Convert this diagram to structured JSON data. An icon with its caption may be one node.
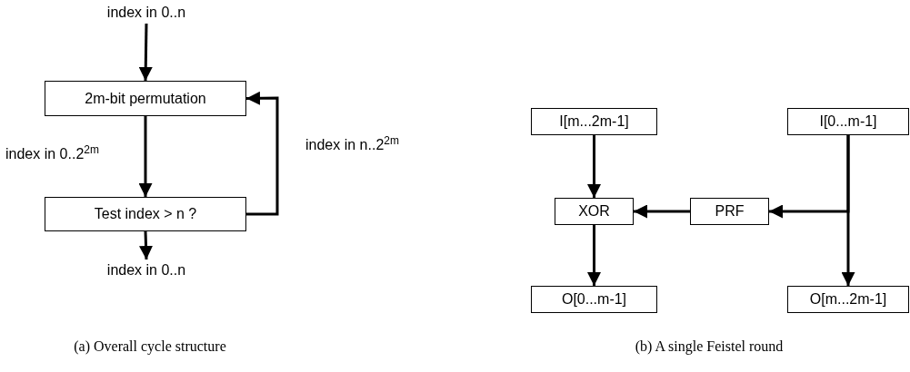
{
  "diagram": {
    "nodes": [
      {
        "text": [
          "index in 0..n"
        ]
      },
      {
        "text": [
          "2m-bit permutation"
        ]
      },
      {
        "text": [
          "Test index > n ?"
        ]
      },
      {
        "text": [
          "index in 0..n"
        ]
      },
      {
        "text": [
          "I[m...2m-1]"
        ]
      },
      {
        "text": [
          "I[0...m-1]"
        ]
      },
      {
        "text": [
          "XOR"
        ]
      },
      {
        "text": [
          "PRF"
        ]
      },
      {
        "text": [
          "O[0...m-1]"
        ]
      },
      {
        "text": [
          "O[m...2m-1]"
        ]
      }
    ],
    "edges": [
      {
        "from": 0,
        "to": 1,
        "arrow": "to"
      },
      {
        "from": 1,
        "to": 2,
        "arrow": "to",
        "label": "index in 0..2$^{2m}$"
      },
      {
        "from": 2,
        "to": 1,
        "arrow": "to",
        "label": "index in n..2$^{2m}$"
      },
      {
        "from": 2,
        "to": 3,
        "arrow": "to"
      },
      {
        "from": 4,
        "to": 6,
        "arrow": "to"
      },
      {
        "from": 5,
        "to": 7,
        "arrow": "to"
      },
      {
        "from": 5,
        "to": 9,
        "arrow": "to"
      },
      {
        "from": 7,
        "to": 6,
        "arrow": "to"
      },
      {
        "from": 6,
        "to": 8,
        "arrow": "to"
      }
    ],
    "labels": [
      "(a) Overall cycle structure",
      "(b) A single Feistel round"
    ]
  }
}
